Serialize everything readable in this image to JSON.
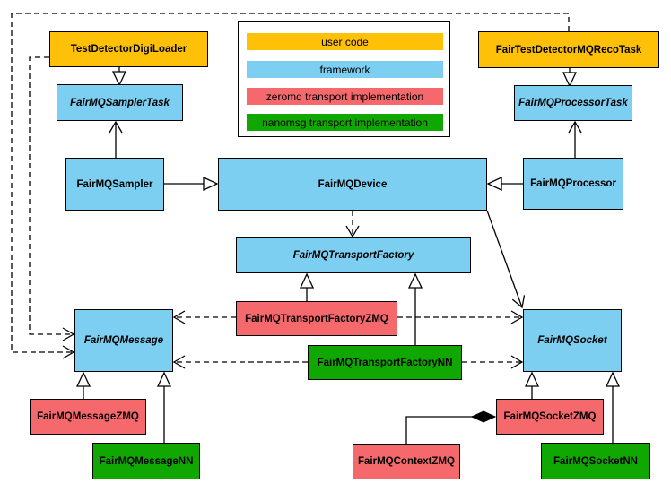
{
  "legend": {
    "items": [
      {
        "id": "user-code",
        "label": "user code",
        "color": "#FFC107"
      },
      {
        "id": "framework",
        "label": "framework",
        "color": "#7DCFF2"
      },
      {
        "id": "zeromq",
        "label": "zeromq transport implementation",
        "color": "#F5696C"
      },
      {
        "id": "nanomsg",
        "label": "nanomsg transport implementation",
        "color": "#10A800"
      }
    ]
  },
  "nodes": {
    "digi_loader": {
      "label": "TestDetectorDigiLoader",
      "category": "user code",
      "abstract": false
    },
    "reco_task": {
      "label": "FairTestDetectorMQRecoTask",
      "category": "user code",
      "abstract": false
    },
    "sampler_task": {
      "label": "FairMQSamplerTask",
      "category": "framework",
      "abstract": true
    },
    "processor_task": {
      "label": "FairMQProcessorTask",
      "category": "framework",
      "abstract": true
    },
    "sampler": {
      "label": "FairMQSampler",
      "category": "framework",
      "abstract": false
    },
    "device": {
      "label": "FairMQDevice",
      "category": "framework",
      "abstract": false
    },
    "processor": {
      "label": "FairMQProcessor",
      "category": "framework",
      "abstract": false
    },
    "transport_factory": {
      "label": "FairMQTransportFactory",
      "category": "framework",
      "abstract": true
    },
    "transport_factory_zmq": {
      "label": "FairMQTransportFactoryZMQ",
      "category": "zeromq",
      "abstract": false
    },
    "transport_factory_nn": {
      "label": "FairMQTransportFactoryNN",
      "category": "nanomsg",
      "abstract": false
    },
    "message": {
      "label": "FairMQMessage",
      "category": "framework",
      "abstract": true
    },
    "socket": {
      "label": "FairMQSocket",
      "category": "framework",
      "abstract": true
    },
    "message_zmq": {
      "label": "FairMQMessageZMQ",
      "category": "zeromq",
      "abstract": false
    },
    "message_nn": {
      "label": "FairMQMessageNN",
      "category": "nanomsg",
      "abstract": false
    },
    "socket_zmq": {
      "label": "FairMQSocketZMQ",
      "category": "zeromq",
      "abstract": false
    },
    "socket_nn": {
      "label": "FairMQSocketNN",
      "category": "nanomsg",
      "abstract": false
    },
    "context_zmq": {
      "label": "FairMQContextZMQ",
      "category": "zeromq",
      "abstract": false
    }
  },
  "edges": [
    {
      "from": "TestDetectorDigiLoader",
      "to": "FairMQSamplerTask",
      "type": "inheritance"
    },
    {
      "from": "FairTestDetectorMQRecoTask",
      "to": "FairMQProcessorTask",
      "type": "inheritance"
    },
    {
      "from": "FairMQSampler",
      "to": "FairMQSamplerTask",
      "type": "association"
    },
    {
      "from": "FairMQProcessor",
      "to": "FairMQProcessorTask",
      "type": "association"
    },
    {
      "from": "FairMQSampler",
      "to": "FairMQDevice",
      "type": "inheritance"
    },
    {
      "from": "FairMQProcessor",
      "to": "FairMQDevice",
      "type": "inheritance"
    },
    {
      "from": "FairMQDevice",
      "to": "FairMQTransportFactory",
      "type": "dependency"
    },
    {
      "from": "FairMQDevice",
      "to": "FairMQSocket",
      "type": "association"
    },
    {
      "from": "FairMQTransportFactoryZMQ",
      "to": "FairMQTransportFactory",
      "type": "inheritance"
    },
    {
      "from": "FairMQTransportFactoryNN",
      "to": "FairMQTransportFactory",
      "type": "inheritance"
    },
    {
      "from": "FairMQTransportFactoryZMQ",
      "to": "FairMQMessage",
      "type": "dependency"
    },
    {
      "from": "FairMQTransportFactoryNN",
      "to": "FairMQMessage",
      "type": "dependency"
    },
    {
      "from": "FairMQTransportFactoryZMQ",
      "to": "FairMQSocket",
      "type": "dependency"
    },
    {
      "from": "FairMQTransportFactoryNN",
      "to": "FairMQSocket",
      "type": "dependency"
    },
    {
      "from": "TestDetectorDigiLoader",
      "to": "FairMQMessage",
      "type": "dependency"
    },
    {
      "from": "FairTestDetectorMQRecoTask",
      "to": "FairMQMessage",
      "type": "dependency"
    },
    {
      "from": "FairMQMessageZMQ",
      "to": "FairMQMessage",
      "type": "inheritance"
    },
    {
      "from": "FairMQMessageNN",
      "to": "FairMQMessage",
      "type": "inheritance"
    },
    {
      "from": "FairMQSocketZMQ",
      "to": "FairMQSocket",
      "type": "inheritance"
    },
    {
      "from": "FairMQSocketNN",
      "to": "FairMQSocket",
      "type": "inheritance"
    },
    {
      "from": "FairMQContextZMQ",
      "to": "FairMQSocketZMQ",
      "type": "composition"
    }
  ]
}
